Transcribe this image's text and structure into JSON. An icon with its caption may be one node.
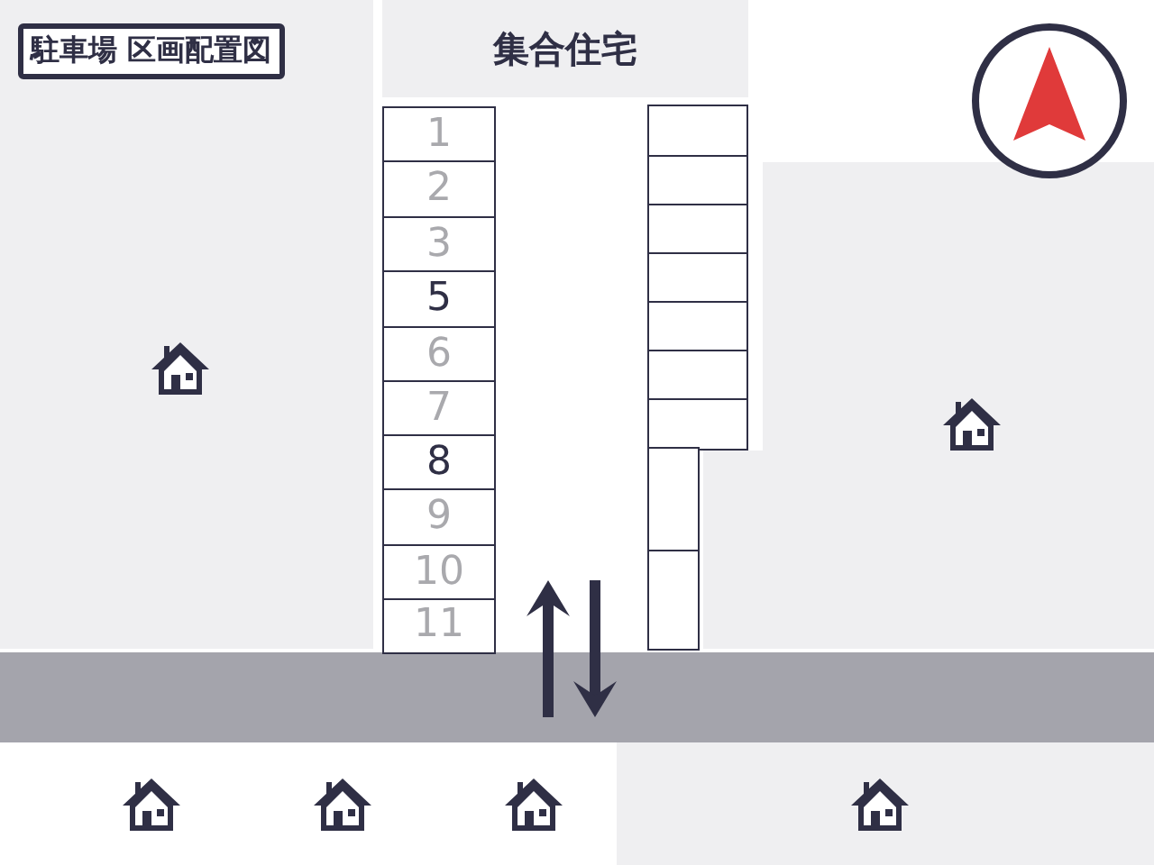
{
  "diagram": {
    "title": "駐車場 区画配置図",
    "nodes": [
      {
        "text": [
          "集合住宅"
        ]
      },
      {
        "text": [
          "1"
        ]
      },
      {
        "text": [
          "2"
        ]
      },
      {
        "text": [
          "3"
        ]
      },
      {
        "text": [
          "5"
        ]
      },
      {
        "text": [
          "6"
        ]
      },
      {
        "text": [
          "7"
        ]
      },
      {
        "text": [
          "8"
        ]
      },
      {
        "text": [
          "9"
        ]
      },
      {
        "text": [
          "10"
        ]
      },
      {
        "text": [
          "11"
        ]
      },
      {
        "text": [],
        "shape": "box"
      },
      {
        "text": [],
        "shape": "box"
      },
      {
        "text": [],
        "shape": "box"
      },
      {
        "text": [],
        "shape": "box"
      },
      {
        "text": [],
        "shape": "box"
      },
      {
        "text": [],
        "shape": "box"
      },
      {
        "text": [],
        "shape": "box"
      },
      {
        "text": [],
        "shape": "box"
      },
      {
        "text": [],
        "shape": "box"
      }
    ],
    "edges": []
  }
}
